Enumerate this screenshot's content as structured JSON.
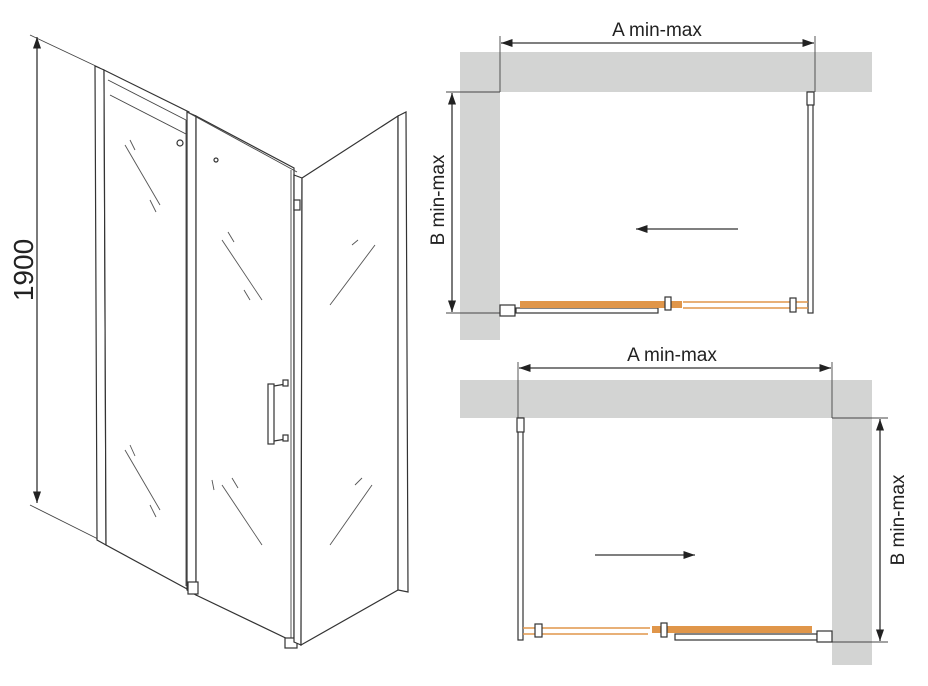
{
  "elevation": {
    "height_label": "1900"
  },
  "plan_top": {
    "width_label": "A min-max",
    "depth_label": "B min-max",
    "opening_direction": "left"
  },
  "plan_bottom": {
    "width_label": "A min-max",
    "depth_label": "B min-max",
    "opening_direction": "right"
  },
  "colors": {
    "wall": "#d3d4d3",
    "sliding_door": "#e0964a",
    "line": "#333333"
  }
}
